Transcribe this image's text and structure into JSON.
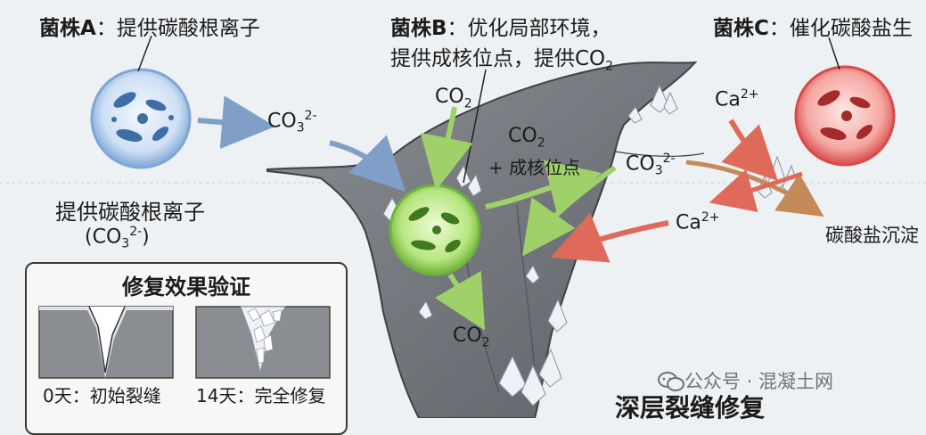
{
  "strain_a": {
    "title_bold": "菌株A",
    "title_rest": "：提供碳酸根离子",
    "product": "CO",
    "product_sub": "3",
    "product_sup": "2-",
    "desc_line1": "提供碳酸根离子",
    "desc_line2_prefix": "(CO",
    "desc_line2_sub": "3",
    "desc_line2_sup": "2-",
    "desc_line2_suffix": ")"
  },
  "strain_b": {
    "title_bold": "菌株B",
    "title_rest": "：优化局部环境，",
    "title_line2_prefix": "提供成核位点，提供CO",
    "title_line2_sub": "2",
    "co2_label": "CO",
    "co2_sub": "2",
    "nucleation_line1_prefix": "CO",
    "nucleation_line1_sub": "2",
    "nucleation_line2": "+ 成核位点",
    "out_co2": "CO",
    "out_co2_sub": "2"
  },
  "strain_c": {
    "title_bold": "菌株C",
    "title_rest": "：催化碳酸盐生",
    "ca_label": "Ca",
    "ca_sup": "2+",
    "ca_label_2": "Ca",
    "ca_sup_2": "2+",
    "carbonate_label": "CO",
    "carbonate_sub": "3",
    "carbonate_sup": "2-",
    "precipitate": "碳酸盐沉淀"
  },
  "verify": {
    "title": "修复效果验证",
    "panel1_caption": "0天：初始裂缝",
    "panel2_caption": "14天：完全修复"
  },
  "deep_repair": "深层裂缝修复",
  "watermark": "公众号 · 混凝土网",
  "colors": {
    "strain_a": "#7ea6d6",
    "strain_b": "#8fcf5a",
    "strain_c": "#e36a6a",
    "arrow_blue": "#7f9fc9",
    "arrow_green": "#9fd06a",
    "arrow_red": "#e06a5a",
    "arrow_brown": "#c58a5a",
    "rock": "#7b7f84"
  }
}
